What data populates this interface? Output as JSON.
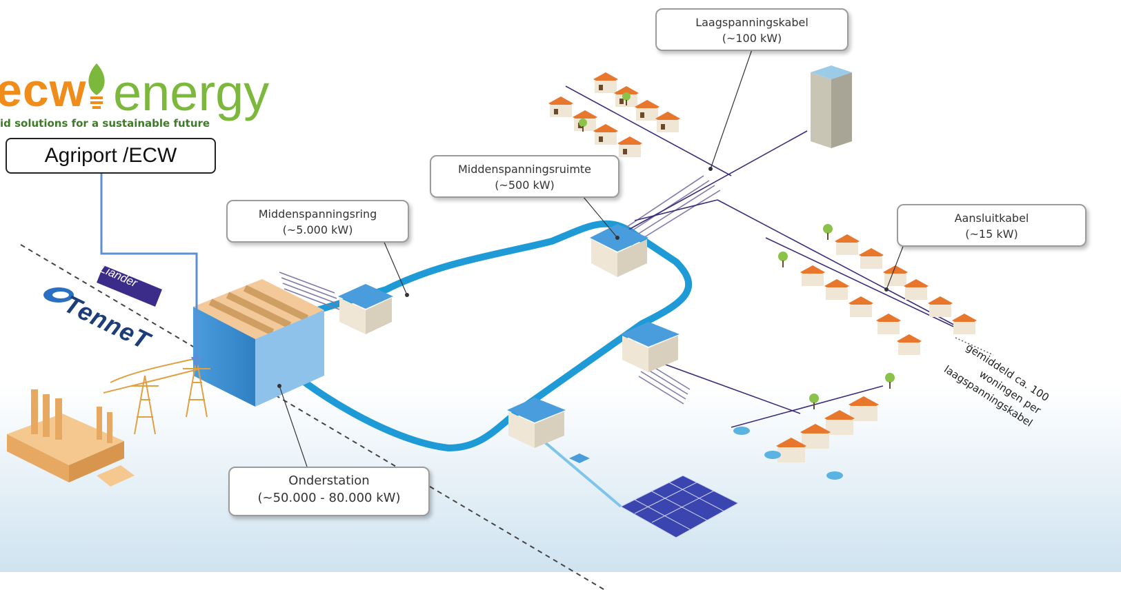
{
  "logo": {
    "brand_left": "ecw",
    "brand_right": "energy",
    "tagline": "id solutions for a sustainable future",
    "colors": {
      "orange": "#f08c1a",
      "green": "#7cb83b"
    },
    "icon": "leaf-bulb-icon"
  },
  "agriport_label": "Agriport /ECW",
  "operators": {
    "liander": "Liander",
    "tennet": "TenneT"
  },
  "callouts": {
    "laagspanningskabel": {
      "title": "Laagspanningskabel",
      "value": "(~100 kW)"
    },
    "middenspanningsruimte": {
      "title": "Middenspanningsruimte",
      "value": "(~500 kW)"
    },
    "middenspanningsring": {
      "title": "Middenspanningsring",
      "value": "(~5.000 kW)"
    },
    "aansluitkabel": {
      "title": "Aansluitkabel",
      "value": "(~15 kW)"
    },
    "onderstation": {
      "title": "Onderstation",
      "value": "(~50.000 - 80.000 kW)"
    }
  },
  "side_note": {
    "line1": "gemiddeld ca. 100",
    "line2": "woningen per",
    "line3": "laagspanningskabel"
  },
  "colors": {
    "ring_cable": "#1e9ad6",
    "arrow": "#5b8fd6",
    "low_voltage_cable": "#3c2d7a",
    "roof": "#e8772e"
  }
}
